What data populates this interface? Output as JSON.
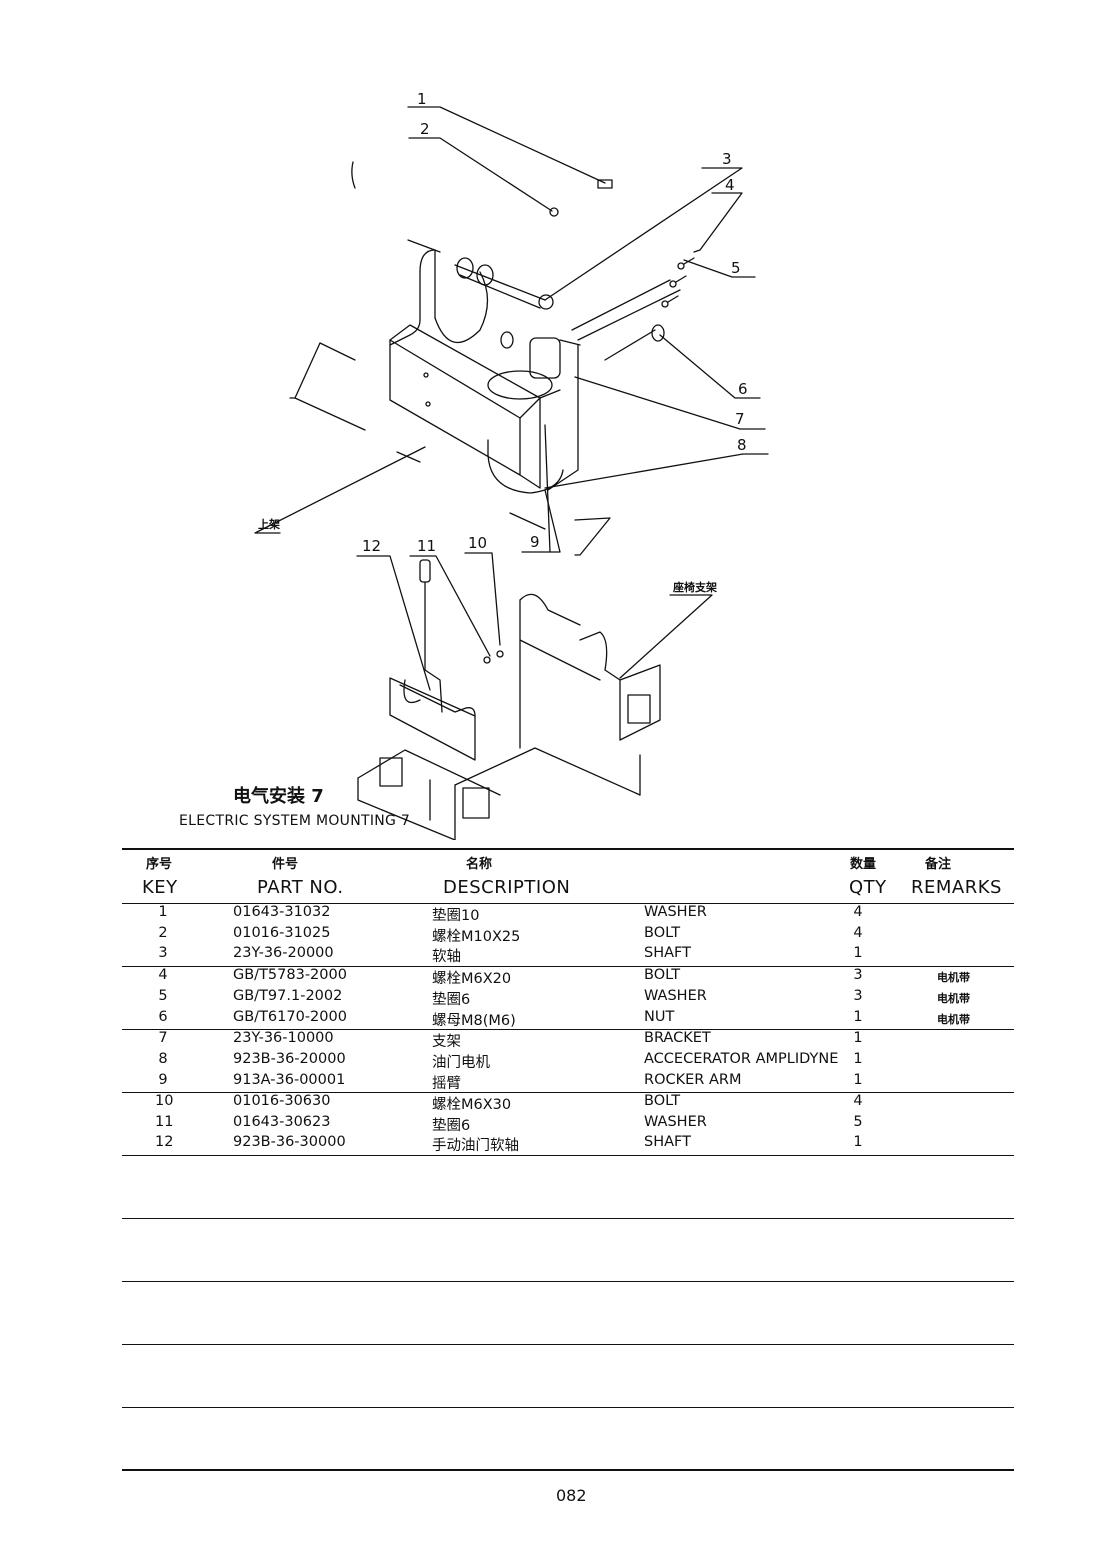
{
  "drawing": {
    "callouts": [
      "1",
      "2",
      "3",
      "4",
      "5",
      "6",
      "7",
      "8",
      "9",
      "10",
      "11",
      "12"
    ],
    "label_upper_frame": "上架",
    "label_seat_bracket": "座椅支架"
  },
  "title": {
    "cn": "电气安装 7",
    "en": "ELECTRIC SYSTEM MOUNTING 7"
  },
  "table": {
    "headers_cn": [
      "序号",
      "件号",
      "名称",
      "数量",
      "备注"
    ],
    "headers_en": [
      "KEY",
      "PART NO.",
      "DESCRIPTION",
      "QTY",
      "REMARKS"
    ],
    "rows": [
      {
        "key": "1",
        "part": "01643-31032",
        "cn": "垫圈10",
        "en": "WASHER",
        "qty": "4",
        "remark": ""
      },
      {
        "key": "2",
        "part": "01016-31025",
        "cn": "螺栓M10X25",
        "en": "BOLT",
        "qty": "4",
        "remark": ""
      },
      {
        "key": "3",
        "part": "23Y-36-20000",
        "cn": "软轴",
        "en": "SHAFT",
        "qty": "1",
        "remark": ""
      },
      {
        "key": "4",
        "part": "GB/T5783-2000",
        "cn": "螺栓M6X20",
        "en": "BOLT",
        "qty": "3",
        "remark": "电机带"
      },
      {
        "key": "5",
        "part": "GB/T97.1-2002",
        "cn": "垫圈6",
        "en": "WASHER",
        "qty": "3",
        "remark": "电机带"
      },
      {
        "key": "6",
        "part": "GB/T6170-2000",
        "cn": "螺母M8(M6)",
        "en": "NUT",
        "qty": "1",
        "remark": "电机带"
      },
      {
        "key": "7",
        "part": "23Y-36-10000",
        "cn": "支架",
        "en": "BRACKET",
        "qty": "1",
        "remark": ""
      },
      {
        "key": "8",
        "part": "923B-36-20000",
        "cn": "油门电机",
        "en": "ACCECERATOR AMPLIDYNE",
        "qty": "1",
        "remark": ""
      },
      {
        "key": "9",
        "part": "913A-36-00001",
        "cn": "摇臂",
        "en": "ROCKER ARM",
        "qty": "1",
        "remark": ""
      },
      {
        "key": "10",
        "part": "01016-30630",
        "cn": "螺栓M6X30",
        "en": "BOLT",
        "qty": "4",
        "remark": ""
      },
      {
        "key": "11",
        "part": "01643-30623",
        "cn": "垫圈6",
        "en": "WASHER",
        "qty": "5",
        "remark": ""
      },
      {
        "key": "12",
        "part": "923B-36-30000",
        "cn": "手动油门软轴",
        "en": "SHAFT",
        "qty": "1",
        "remark": ""
      }
    ]
  },
  "page_number": "082"
}
